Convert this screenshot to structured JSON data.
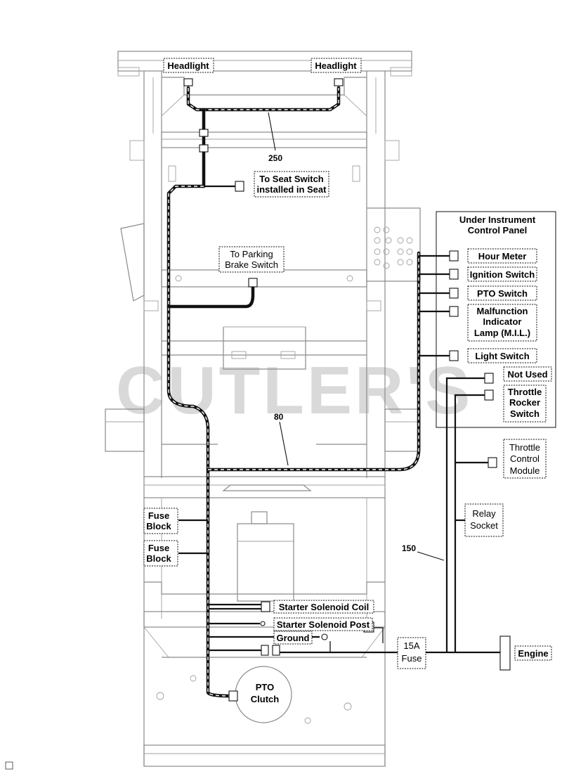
{
  "watermark": "CUTLER'S",
  "labels": {
    "headlight_left": "Headlight",
    "headlight_right": "Headlight",
    "seat_switch_l1": "To Seat Switch",
    "seat_switch_l2": "installed in Seat",
    "parking_l1": "To Parking",
    "parking_l2": "Brake Switch",
    "panel_l1": "Under Instrument",
    "panel_l2": "Control Panel",
    "hour_meter": "Hour Meter",
    "ignition_switch": "Ignition Switch",
    "pto_switch": "PTO Switch",
    "mil_l1": "Malfunction",
    "mil_l2": "Indicator",
    "mil_l3": "Lamp (M.I.L.)",
    "light_switch": "Light Switch",
    "not_used": "Not Used",
    "throttle_rocker_l1": "Throttle",
    "throttle_rocker_l2": "Rocker",
    "throttle_rocker_l3": "Switch",
    "throttle_module_l1": "Throttle",
    "throttle_module_l2": "Control",
    "throttle_module_l3": "Module",
    "relay_l1": "Relay",
    "relay_l2": "Socket",
    "fuse_block1_l1": "Fuse",
    "fuse_block1_l2": "Block",
    "fuse_block2_l1": "Fuse",
    "fuse_block2_l2": "Block",
    "starter_coil": "Starter Solenoid Coil",
    "starter_post": "Starter Solenoid Post",
    "ground": "Ground",
    "fuse15_l1": "15A",
    "fuse15_l2": "Fuse",
    "engine": "Engine",
    "pto_clutch_l1": "PTO",
    "pto_clutch_l2": "Clutch",
    "callout_250": "250",
    "callout_80": "80",
    "callout_150": "150"
  }
}
